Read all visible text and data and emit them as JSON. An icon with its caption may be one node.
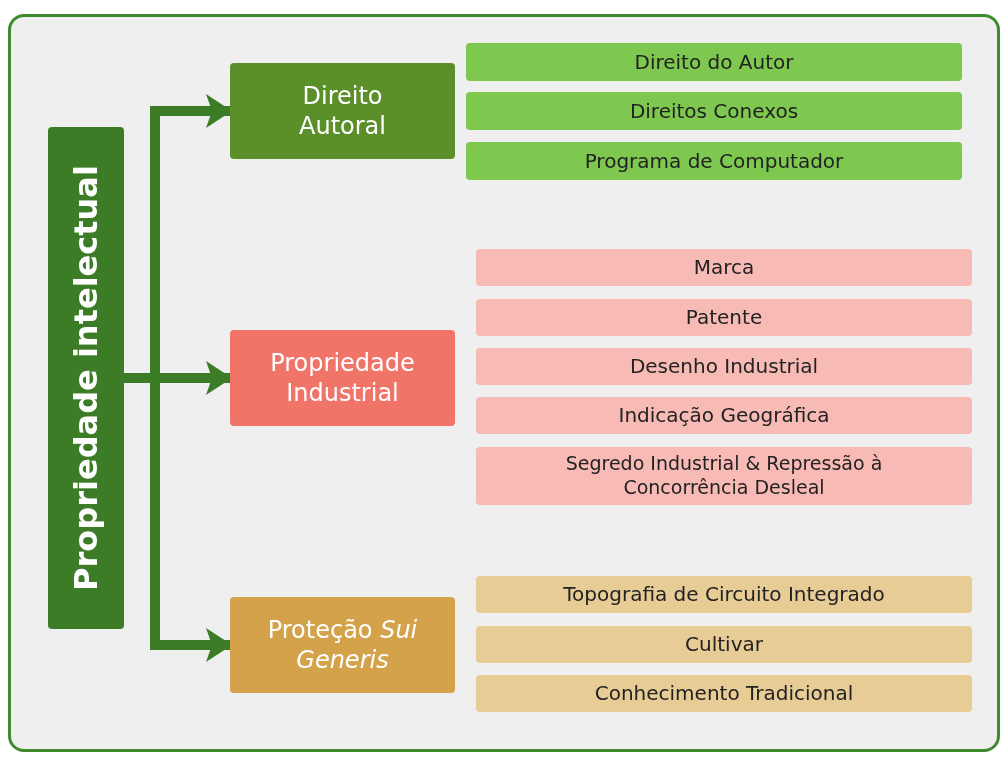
{
  "diagram": {
    "nodes": [
      {
        "text": [
          "Propriedade intelectual"
        ]
      },
      {
        "text": [
          "Direito Autoral"
        ]
      },
      {
        "text": [
          "Direito do Autor"
        ]
      },
      {
        "text": [
          "Direitos Conexos"
        ]
      },
      {
        "text": [
          "Programa de Computador"
        ]
      },
      {
        "text": [
          "Propriedade Industrial"
        ]
      },
      {
        "text": [
          "Marca"
        ]
      },
      {
        "text": [
          "Patente"
        ]
      },
      {
        "text": [
          "Desenho Industrial"
        ]
      },
      {
        "text": [
          "Indicação Geográfica"
        ]
      },
      {
        "text": [
          "Segredo Industrial & Repressão à Concorrência Desleal"
        ]
      },
      {
        "text": [
          "Proteção *Sui Generis*"
        ]
      },
      {
        "text": [
          "Topografia de Circuito Integrado"
        ]
      },
      {
        "text": [
          "Cultivar"
        ]
      },
      {
        "text": [
          "Conhecimento Tradicional"
        ]
      }
    ],
    "edges": [
      {
        "from": 0,
        "to": 1,
        "arrow": "to"
      },
      {
        "from": 0,
        "to": 5,
        "arrow": "to"
      },
      {
        "from": 0,
        "to": 11,
        "arrow": "to"
      }
    ]
  }
}
